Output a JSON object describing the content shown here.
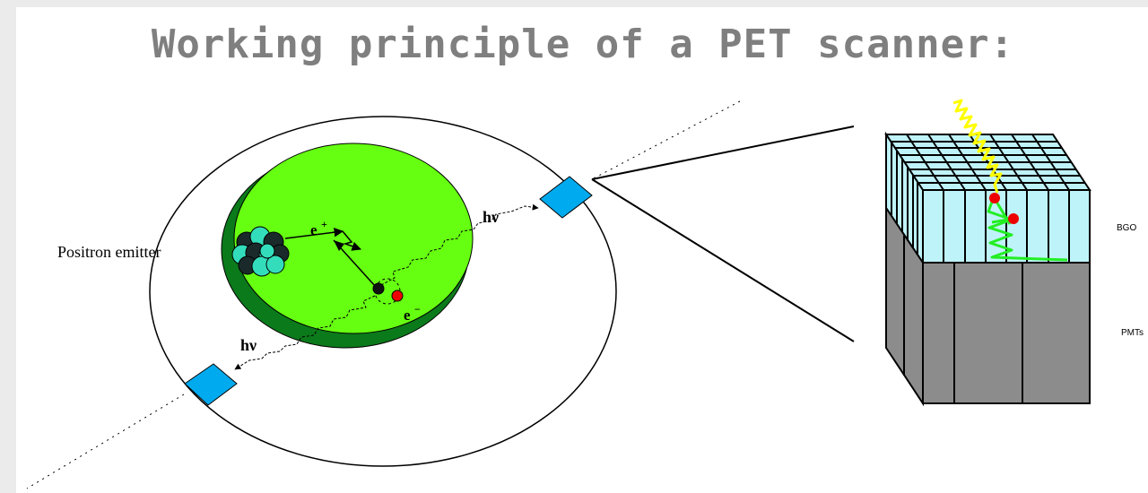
{
  "title": "Working principle of a PET scanner:",
  "labels": {
    "positron_emitter": "Positron emitter",
    "positron": "e",
    "positron_sup": "+",
    "electron": "e",
    "electron_sup": "−",
    "photon_upper": "hν",
    "photon_lower": "hν",
    "bgo": "BGO",
    "pmts": "PMTs"
  },
  "colors": {
    "title": "#7f7f7f",
    "tissue_top": "#66ff11",
    "tissue_side": "#0b7a1b",
    "detector": "#00aaee",
    "crystal": "#bff3fa",
    "pmt": "#8c8c8c",
    "gamma_ray": "#ffff00",
    "scintillation": "#22ee22",
    "annihilation": "#ee0000",
    "nucleus": "#33ddbb",
    "frame": "#ebebeb"
  },
  "icons": {
    "nucleus": "nucleus-icon",
    "detector": "detector-block-icon"
  }
}
